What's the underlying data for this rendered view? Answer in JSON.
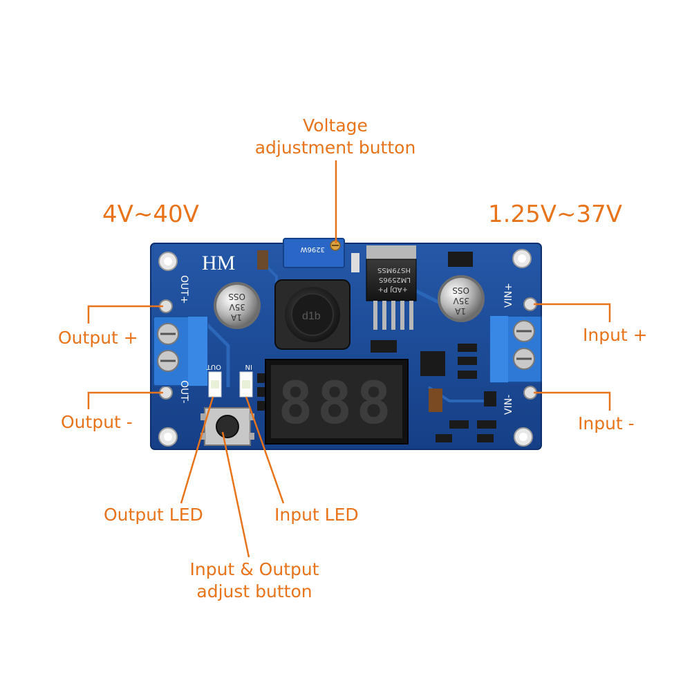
{
  "labels": {
    "voltage_adjust": [
      "Voltage",
      "adjustment button"
    ],
    "input_range": "4V~40V",
    "output_range": "1.25V~37V",
    "output_plus": "Output +",
    "output_minus": "Output -",
    "input_plus": "Input +",
    "input_minus": "Input -",
    "output_led": "Output LED",
    "input_led": "Input LED",
    "io_button": [
      "Input & Output",
      "adjust button"
    ]
  },
  "board": {
    "brand": "HM",
    "terminal_left_top": "OUT+",
    "terminal_left_bottom": "OUT-",
    "terminal_right_top": "VIN+",
    "terminal_right_bottom": "VIN-",
    "led_out_label": "OUT",
    "led_in_label": "IN",
    "cap_text": [
      "OSS",
      "35V",
      "1A"
    ],
    "chip_text": [
      "HS79MSS",
      "LM2596S",
      "+ADJ P+"
    ],
    "display_text": "888",
    "pot_text": "3296W"
  },
  "colors": {
    "callout": "#e8731a",
    "pcb": "#1d4d9b",
    "terminal": "#2e78d6",
    "display_digit": "#f02020"
  }
}
